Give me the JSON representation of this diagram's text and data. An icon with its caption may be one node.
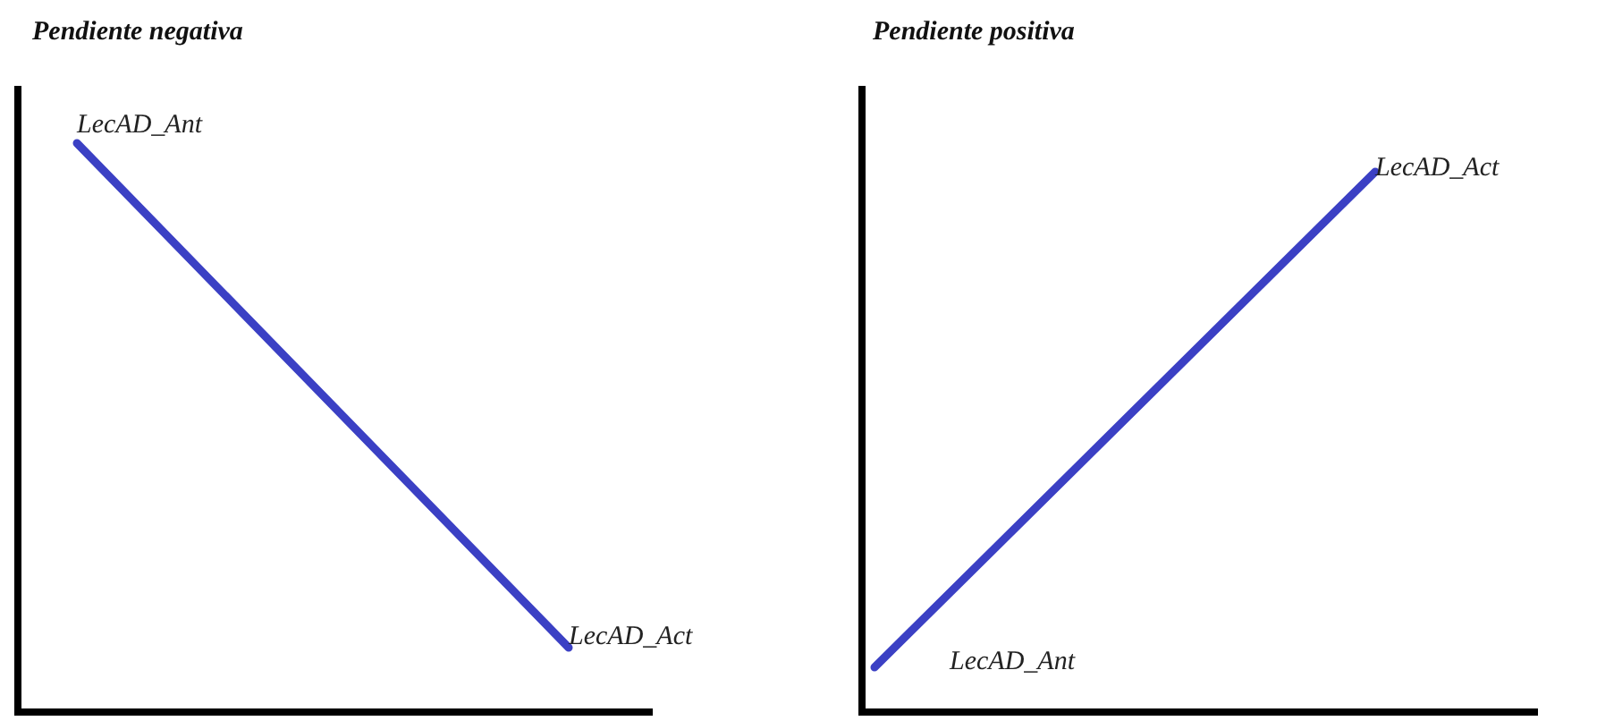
{
  "diagram": {
    "nodes": [
      {
        "text": [
          "LecAD_Ant"
        ]
      },
      {
        "text": [
          "LecAD_Act"
        ]
      },
      {
        "text": [
          "LecAD_Ant"
        ]
      },
      {
        "text": [
          "LecAD_Act"
        ]
      }
    ],
    "edges": [
      {
        "from": 0,
        "to": 1,
        "arrow": "none",
        "color": "#3b40c4"
      },
      {
        "from": 2,
        "to": 3,
        "arrow": "none",
        "color": "#3b40c4"
      }
    ],
    "labels": [
      "Pendiente negativa",
      "Pendiente positiva"
    ]
  }
}
